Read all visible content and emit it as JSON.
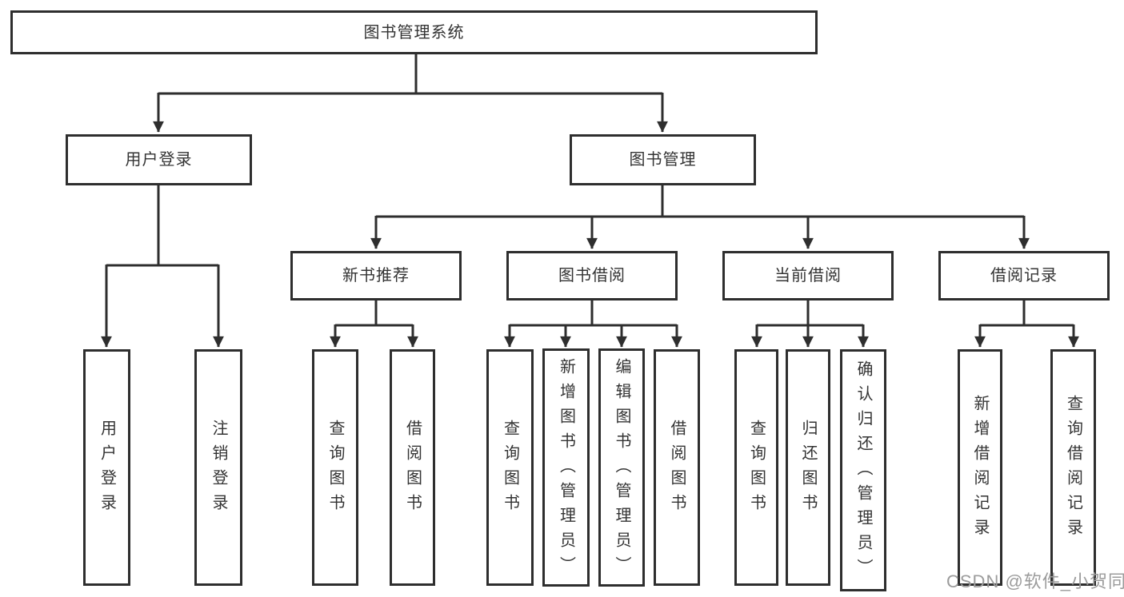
{
  "tree": {
    "root": {
      "label": "图书管理系统",
      "children": [
        {
          "label": "用户登录",
          "children": [
            {
              "label": "用户登录"
            },
            {
              "label": "注销登录"
            }
          ]
        },
        {
          "label": "图书管理",
          "children": [
            {
              "label": "新书推荐",
              "children": [
                {
                  "label": "查询图书"
                },
                {
                  "label": "借阅图书"
                }
              ]
            },
            {
              "label": "图书借阅",
              "children": [
                {
                  "label": "查询图书"
                },
                {
                  "label": "新增图书（管理员）"
                },
                {
                  "label": "编辑图书（管理员）"
                },
                {
                  "label": "借阅图书"
                }
              ]
            },
            {
              "label": "当前借阅",
              "children": [
                {
                  "label": "查询图书"
                },
                {
                  "label": "归还图书"
                },
                {
                  "label": "确认归还（管理员）"
                }
              ]
            },
            {
              "label": "借阅记录",
              "children": [
                {
                  "label": "新增借阅记录"
                },
                {
                  "label": "查询借阅记录"
                }
              ]
            }
          ]
        }
      ]
    }
  },
  "watermark": {
    "text": "CSDN @软件_小贺同学"
  },
  "colors": {
    "line": "#2e2e2e",
    "box_border": "#2e2e2e",
    "box_background": "#ffffff",
    "text": "#333333",
    "watermark": "#9b9b9b",
    "background": "#ffffff"
  }
}
